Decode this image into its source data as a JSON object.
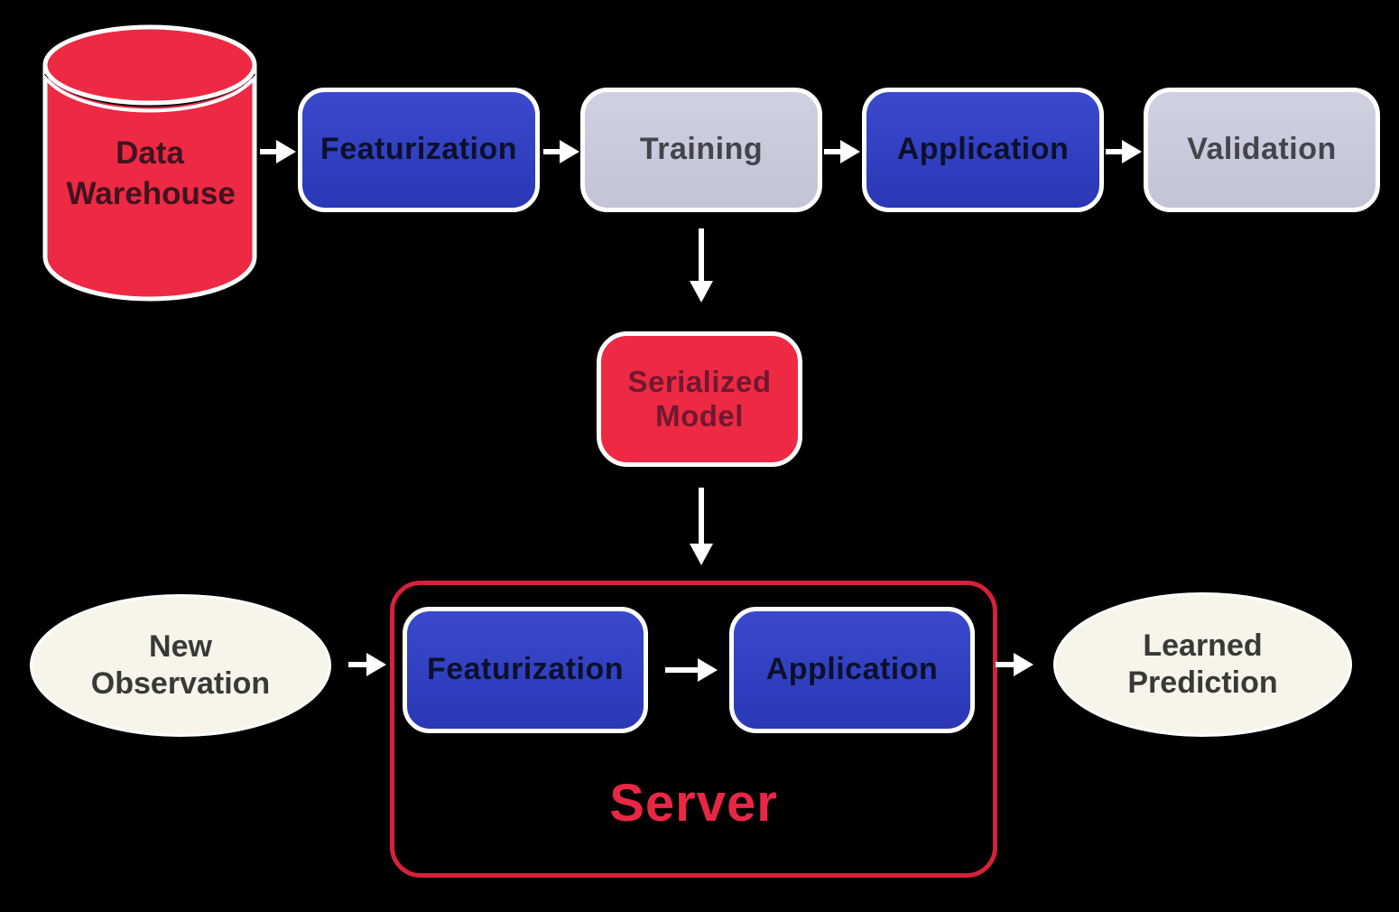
{
  "colors": {
    "background": "#000000",
    "node_red": "#ee2943",
    "node_blue": "#2e3ec1",
    "node_gray": "#c9cada",
    "ellipse_cream": "#f7f4ea",
    "outline_white": "#ffffff",
    "server_border_red": "#d6213a",
    "server_text_red": "#e82745"
  },
  "training_flow": {
    "data_warehouse": {
      "label": "Data Warehouse"
    },
    "featurization": {
      "label": "Featurization"
    },
    "training": {
      "label": "Training"
    },
    "application": {
      "label": "Application"
    },
    "validation": {
      "label": "Validation"
    },
    "serialized_model": {
      "label": "Serialized Model"
    }
  },
  "serving_flow": {
    "new_observation": {
      "label": "New Observation"
    },
    "server": {
      "label": "Server",
      "featurization": {
        "label": "Featurization"
      },
      "application": {
        "label": "Application"
      }
    },
    "learned_prediction": {
      "label": "Learned Prediction"
    }
  }
}
